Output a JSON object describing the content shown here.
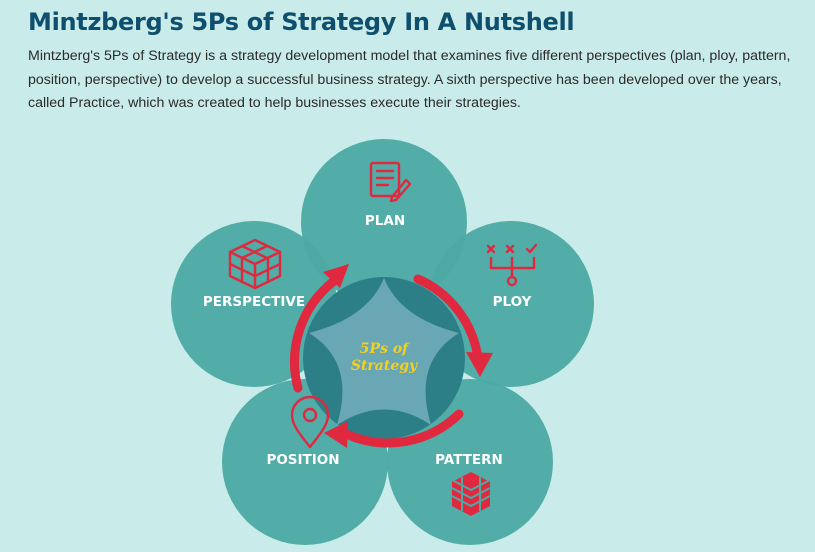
{
  "header": {
    "title": "Mintzberg's 5Ps of Strategy In A Nutshell",
    "description": "Mintzberg's 5Ps of Strategy is a strategy development model that examines five different perspectives (plan, ploy, pattern, position, perspective) to develop a successful business strategy. A sixth perspective has been developed over the years, called Practice, which was created to help businesses execute their strategies."
  },
  "diagram": {
    "center_line1": "5Ps of",
    "center_line2": "Strategy",
    "nodes": {
      "plan": {
        "label": "PLAN",
        "icon": "document-edit-icon"
      },
      "ploy": {
        "label": "PLOY",
        "icon": "tactic-board-icon"
      },
      "pattern": {
        "label": "PATTERN",
        "icon": "hexagon-pattern-icon"
      },
      "position": {
        "label": "POSITION",
        "icon": "map-pin-icon"
      },
      "perspective": {
        "label": "PERSPECTIVE",
        "icon": "cubes-icon"
      }
    },
    "colors": {
      "background": "#c9ecea",
      "circle": "#4da9a3",
      "center": "#2d7f87",
      "pentagon": "#6aa7b5",
      "arrow": "#e0283f",
      "center_text": "#f5d01e",
      "title": "#0f4f6e"
    }
  }
}
